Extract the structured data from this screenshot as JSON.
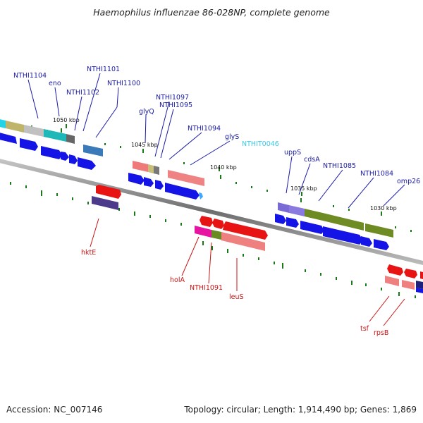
{
  "title": "Haemophilus influenzae 86-028NP, complete genome",
  "footer": {
    "accession": "Accession: NC_007146",
    "summary": "Topology: circular; Length: 1,914,490 bp; Genes: 1,869"
  },
  "ticks": [
    "1050 kbp",
    "1045 kbp",
    "1040 kbp",
    "1035 kbp",
    "1030 kbp"
  ],
  "labels": {
    "NTHI1104": "NTHI1104",
    "eno": "eno",
    "NTHI1101": "NTHI1101",
    "NTHI1102": "NTHI1102",
    "NTHI1100": "NTHI1100",
    "NTHI1097": "NTHI1097",
    "NTHI1095": "NTHI1095",
    "glyQ": "glyQ",
    "NTHI1094": "NTHI1094",
    "glyS": "glyS",
    "NTHIT0046": "NTHIT0046",
    "uppS": "uppS",
    "cdsA": "cdsA",
    "NTHI1085": "NTHI1085",
    "NTHI1084": "NTHI1084",
    "omp26": "omp26",
    "hktE": "hktE",
    "holA": "holA",
    "NTHI1091": "NTHI1091",
    "leuS": "leuS",
    "tsf": "tsf",
    "rpsB": "rpsB"
  },
  "colors": {
    "forward_label": "#1a1aa6",
    "reverse_label": "#c81414",
    "trna_label": "#3cc8e6",
    "cds_arrow": "#1414e6",
    "backbone": "#8a8a8a",
    "gc_skew": "#1a7a1a"
  }
}
